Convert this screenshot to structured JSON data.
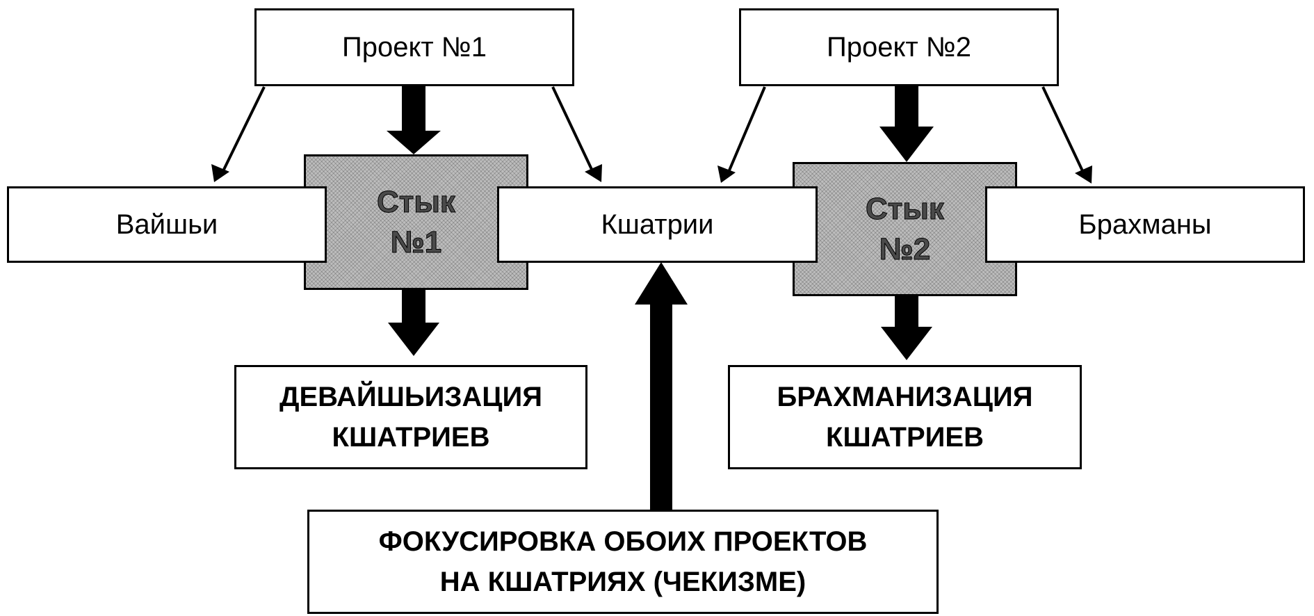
{
  "diagram": {
    "project1": "Проект №1",
    "project2": "Проект №2",
    "vaishya": "Вайшьи",
    "kshatriya": "Кшатрии",
    "brahmins": "Брахманы",
    "junction1": {
      "line1": "Стык",
      "line2": "№1"
    },
    "junction2": {
      "line1": "Стык",
      "line2": "№2"
    },
    "result1": {
      "line1": "ДЕВАЙШЬИЗАЦИЯ",
      "line2": "КШАТРИЕВ"
    },
    "result2": {
      "line1": "БРАХМАНИЗАЦИЯ",
      "line2": "КШАТРИЕВ"
    },
    "focus": {
      "line1": "ФОКУСИРОВКА ОБОИХ ПРОЕКТОВ",
      "line2": "НА КШАТРИЯХ (ЧЕКИЗМЕ)"
    },
    "colors": {
      "stroke": "#000000",
      "junction_fill": "#bdbdbd",
      "background": "#ffffff"
    }
  }
}
